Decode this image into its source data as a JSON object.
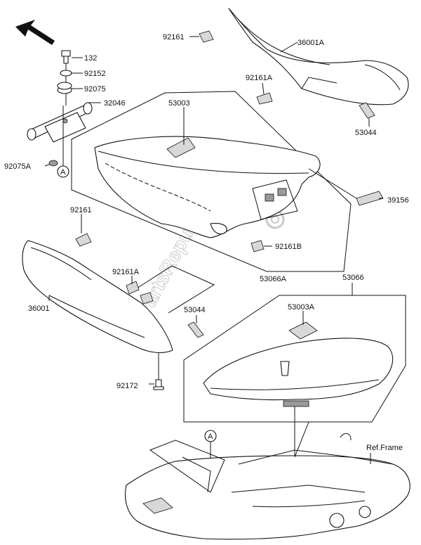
{
  "labels": {
    "p132": "132",
    "p92152": "92152",
    "p92075": "92075",
    "p32046": "32046",
    "p92075A": "92075A",
    "p92161_top": "92161",
    "p36001A": "36001A",
    "p92161A_top": "92161A",
    "p53044_top": "53044",
    "p53003": "53003",
    "p39156": "39156",
    "p92161B": "92161B",
    "p53066A": "53066A",
    "p92161_left": "92161",
    "p92161A_left": "92161A",
    "p53044_left": "53044",
    "p36001": "36001",
    "p92172": "92172",
    "p53066": "53066",
    "p53003A": "53003A",
    "ref_frame": "Ref.Frame",
    "callout_a1": "A",
    "callout_a2": "A"
  },
  "watermark": "PartsRepublik",
  "colors": {
    "line": "#111111",
    "shade": "#d8d8d8",
    "dark": "#9a9a9a",
    "watermark": "#c9c9c9"
  },
  "icons": [
    "direction-arrow-icon",
    "gear-logo-icon"
  ]
}
